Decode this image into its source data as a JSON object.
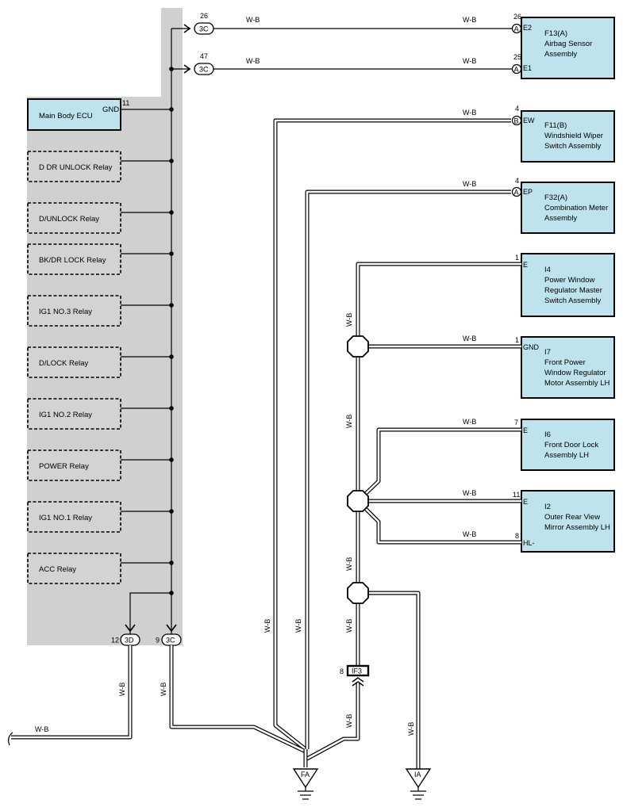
{
  "wire_color": "W-B",
  "left_panel": {
    "main_ecu": {
      "name": "Main Body ECU",
      "pin_name": "GND",
      "pin_no": "11"
    },
    "relays": [
      "D DR UNLOCK Relay",
      "D/UNLOCK Relay",
      "BK/DR LOCK Relay",
      "IG1 NO.3 Relay",
      "D/LOCK Relay",
      "IG1 NO.2 Relay",
      "POWER Relay",
      "IG1 NO.1 Relay",
      "ACC Relay"
    ],
    "top_connectors": [
      {
        "code": "3C",
        "pin": "26"
      },
      {
        "code": "3C",
        "pin": "47"
      }
    ],
    "bottom_connectors": [
      {
        "code": "3D",
        "pin": "12"
      },
      {
        "code": "3C",
        "pin": "9"
      }
    ]
  },
  "components": [
    {
      "id": "F13(A)",
      "lines": [
        "Airbag Sensor",
        "Assembly"
      ]
    },
    {
      "id": "F11(B)",
      "lines": [
        "Windshield Wiper",
        "Switch Assembly"
      ]
    },
    {
      "id": "F32(A)",
      "lines": [
        "Combination Meter",
        "Assembly"
      ]
    },
    {
      "id": "I4",
      "lines": [
        "Power Window",
        "Regulator Master",
        "Switch Assembly"
      ]
    },
    {
      "id": "I7",
      "lines": [
        "Front Power",
        "Window Regulator",
        "Motor Assembly LH"
      ]
    },
    {
      "id": "I6",
      "lines": [
        "Front Door Lock",
        "Assembly LH"
      ]
    },
    {
      "id": "I2",
      "lines": [
        "Outer Rear View",
        "Mirror Assembly LH"
      ]
    }
  ],
  "pins": [
    {
      "connector": "A",
      "no": "26",
      "name": "E2"
    },
    {
      "connector": "A",
      "no": "25",
      "name": "E1"
    },
    {
      "connector": "B",
      "no": "4",
      "name": "EW"
    },
    {
      "connector": "A",
      "no": "4",
      "name": "EP"
    },
    {
      "connector": "",
      "no": "1",
      "name": "E"
    },
    {
      "connector": "",
      "no": "1",
      "name": "GND"
    },
    {
      "connector": "",
      "no": "7",
      "name": "E"
    },
    {
      "connector": "",
      "no": "11",
      "name": "E"
    },
    {
      "connector": "",
      "no": "8",
      "name": "HL-"
    }
  ],
  "connector_if": {
    "code": "IF3",
    "pin": "8"
  },
  "grounds": [
    "FA",
    "IA"
  ]
}
